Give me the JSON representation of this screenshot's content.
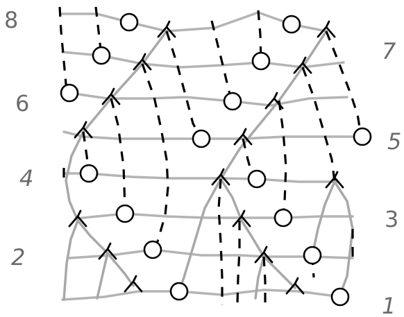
{
  "labels": {
    "left": [
      "8",
      "6",
      "4",
      "2"
    ],
    "right": [
      "7",
      "5",
      "3",
      "1"
    ]
  },
  "colors": {
    "grid": "#b4b4b4",
    "tree": "#a8a8a8",
    "ink": "#000000",
    "label": "#6b6b6b"
  }
}
